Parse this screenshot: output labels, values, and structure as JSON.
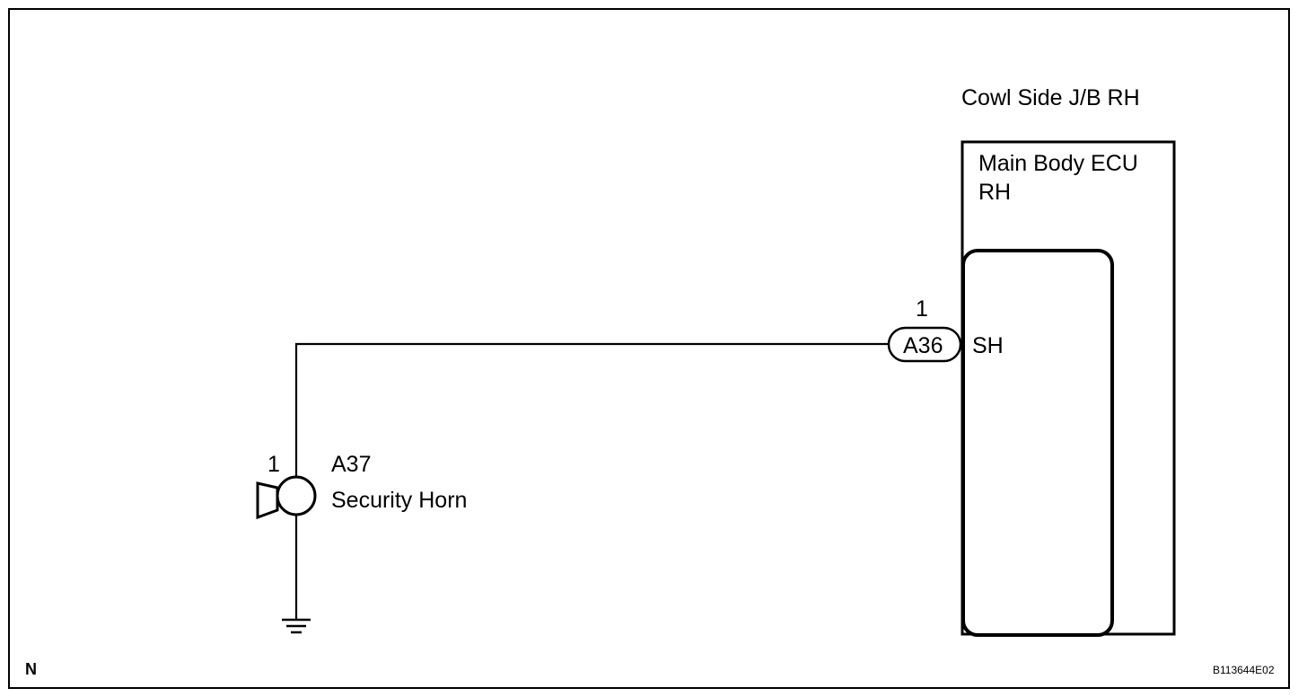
{
  "junction_block": {
    "label": "Cowl Side J/B RH"
  },
  "ecu": {
    "label_line1": "Main Body ECU",
    "label_line2": "RH",
    "terminal_name": "SH"
  },
  "connector_a36": {
    "code": "A36",
    "pin": "1"
  },
  "horn": {
    "code": "A37",
    "name": "Security Horn",
    "pin": "1"
  },
  "footer": {
    "left_mark": "N",
    "figure_id": "B113644E02"
  }
}
